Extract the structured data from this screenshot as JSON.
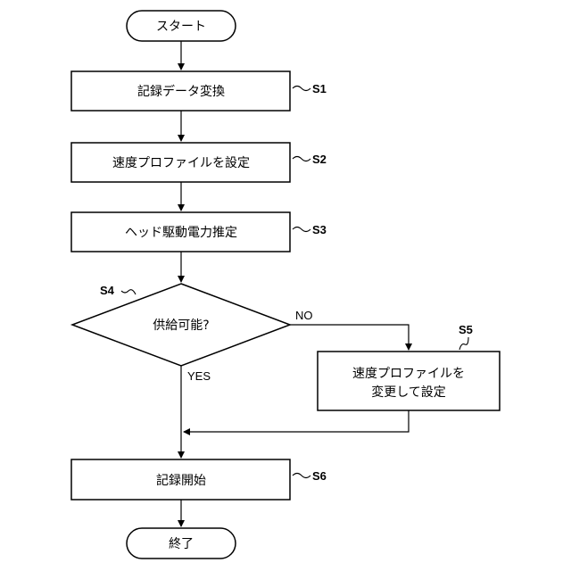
{
  "flowchart": {
    "start": "スタート",
    "end": "終了",
    "steps": [
      {
        "id": "S1",
        "text": "記録データ変換"
      },
      {
        "id": "S2",
        "text": "速度プロファイルを設定"
      },
      {
        "id": "S3",
        "text": "ヘッド駆動電力推定"
      },
      {
        "id": "S4",
        "text": "供給可能?"
      },
      {
        "id": "S5",
        "line1": "速度プロファイルを",
        "line2": "変更して設定"
      },
      {
        "id": "S6",
        "text": "記録開始"
      }
    ],
    "branches": {
      "no": "NO",
      "yes": "YES"
    }
  }
}
